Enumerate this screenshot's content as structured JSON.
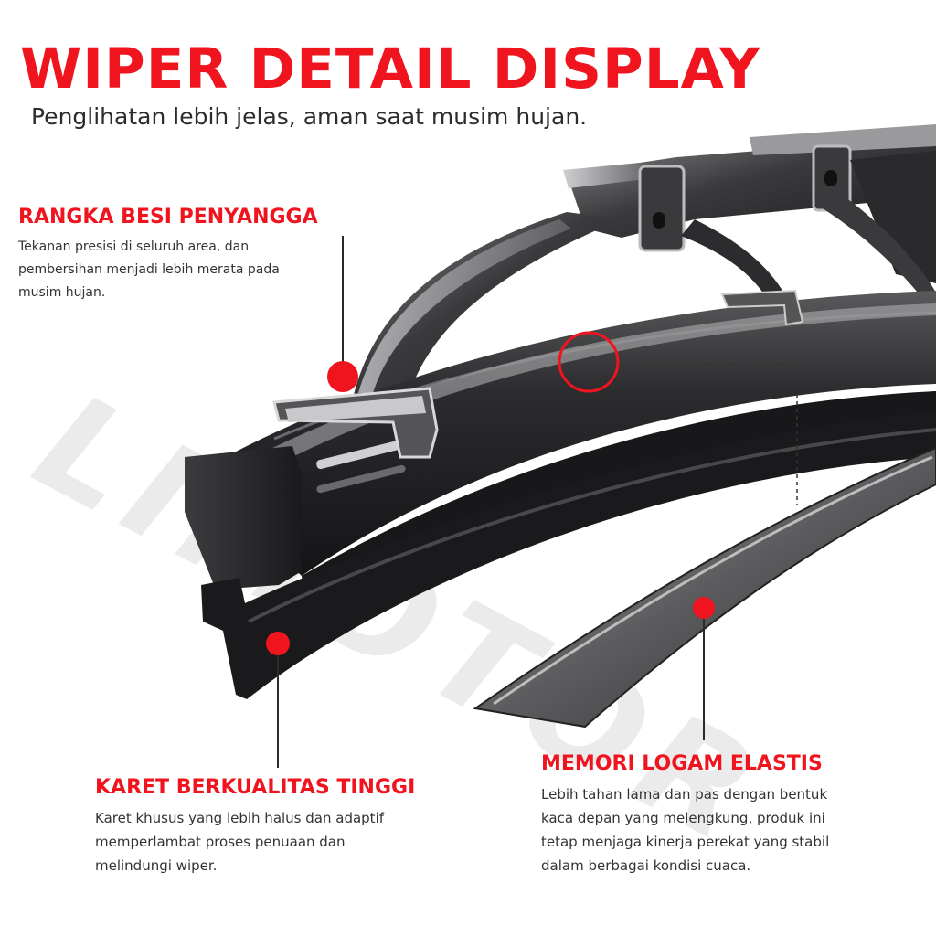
{
  "header": {
    "title": "WIPER DETAIL DISPLAY",
    "subtitle": "Penglihatan lebih jelas, aman saat musim hujan."
  },
  "watermark": "LIMOTOR",
  "callouts": {
    "frame": {
      "title": "RANGKA BESI PENYANGGA",
      "lines": [
        "Tekanan presisi di seluruh area, dan",
        "pembersihan menjadi lebih merata pada",
        "musim hujan."
      ]
    },
    "rubber": {
      "title": "KARET BERKUALITAS TINGGI",
      "lines": [
        "Karet khusus yang lebih halus dan adaptif",
        "memperlambat proses penuaan dan",
        "melindungi wiper."
      ]
    },
    "metal": {
      "title": "MEMORI LOGAM ELASTIS",
      "lines": [
        "Lebih tahan lama dan pas dengan bentuk",
        "kaca depan yang melengkung, produk ini",
        "tetap menjaga kinerja perekat yang stabil",
        "dalam berbagai kondisi cuaca."
      ]
    }
  },
  "colors": {
    "accent": "#f0141e",
    "text": "#2c2c2c",
    "blade": "#2e2e30",
    "metal": "#4a4a4c"
  }
}
